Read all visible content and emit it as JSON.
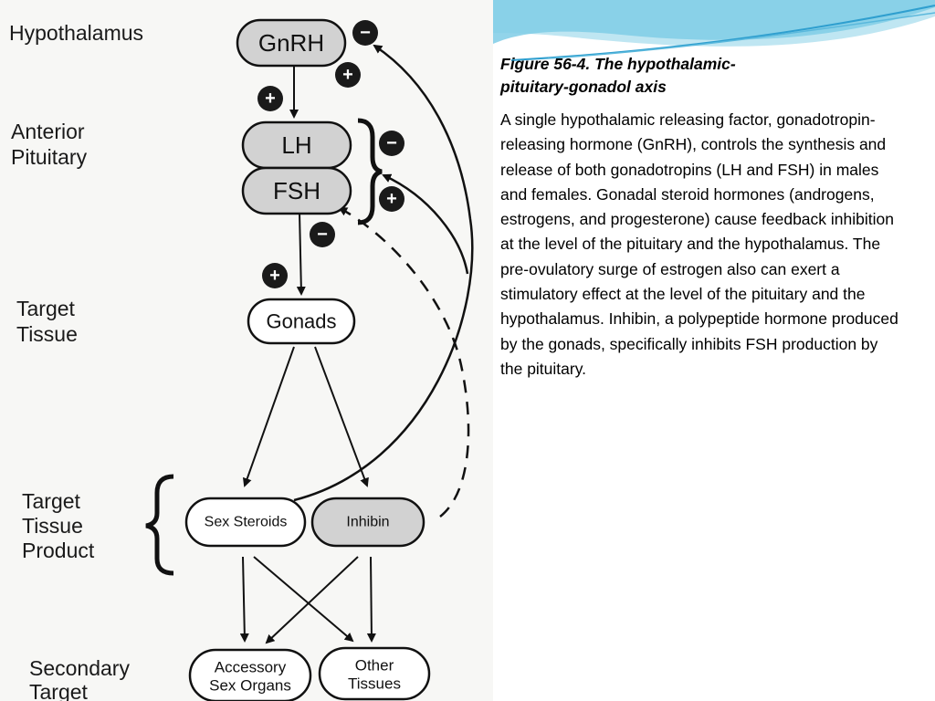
{
  "levels": {
    "hypothalamus": "Hypothalamus",
    "anterior_line1": "Anterior",
    "anterior_line2": "Pituitary",
    "target_line1": "Target",
    "target_line2": "Tissue",
    "product_line1": "Target",
    "product_line2": "Tissue",
    "product_line3": "Product",
    "secondary_line1": "Secondary",
    "secondary_line2": "Target"
  },
  "nodes": {
    "gnrh": "GnRH",
    "lh": "LH",
    "fsh": "FSH",
    "gonads": "Gonads",
    "sex_steroids": "Sex Steroids",
    "inhibin": "Inhibin",
    "accessory_line1": "Accessory",
    "accessory_line2": "Sex Organs",
    "other_line1": "Other",
    "other_line2": "Tissues"
  },
  "signs": {
    "minus": "−",
    "plus": "+"
  },
  "caption": {
    "line1": "Figure 56-4.  The hypothalamic-",
    "line2": "pituitary-gonadol axis"
  },
  "body": "A single hypothalamic releasing factor, gonadotropin-releasing hormone (GnRH), controls the synthesis and release of both gonadotropins (LH and FSH) in males and females.  Gonadal steroid hormones (androgens, estrogens, and progesterone) cause feedback inhibition at the level of the pituitary and the hypothalamus.  The pre-ovulatory surge of estrogen also can exert a stimulatory effect at the level of the pituitary and the hypothalamus.  Inhibin, a polypeptide hormone produced by the gonads, specifically inhibits FSH production by the pituitary.",
  "colors": {
    "wave_light": "#bfe6f2",
    "wave_mid": "#7fcde6",
    "wave_dark": "#2f9fcf",
    "node_fill": "#d2d2d2",
    "node_white": "#ffffff",
    "sign_fill": "#1a1a1a"
  }
}
